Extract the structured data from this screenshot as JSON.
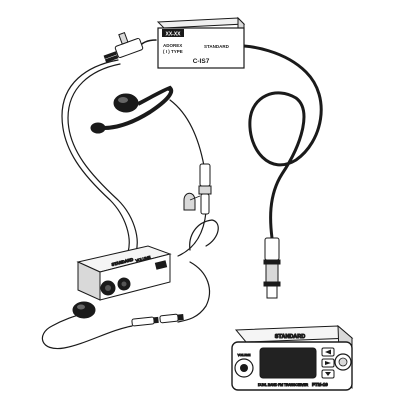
{
  "adapter_box": {
    "badge": "XX-XX",
    "model_line1": "ADOREX",
    "model_line2": "( I ) TYPE",
    "brand": "STANDARD",
    "name": "C-IS7"
  },
  "control_box": {
    "label1": "STANDARD",
    "label2": "VOLUME"
  },
  "transceiver": {
    "brand": "STANDARD",
    "caption": "DUAL BAND FM TRANSCEIVER",
    "model": "FTM-10",
    "knob_label": "VOLUME"
  },
  "colors": {
    "line": "#1a1a1a",
    "screen": "#222222",
    "body_fill": "#ffffff",
    "shade": "#d9d9d9"
  }
}
